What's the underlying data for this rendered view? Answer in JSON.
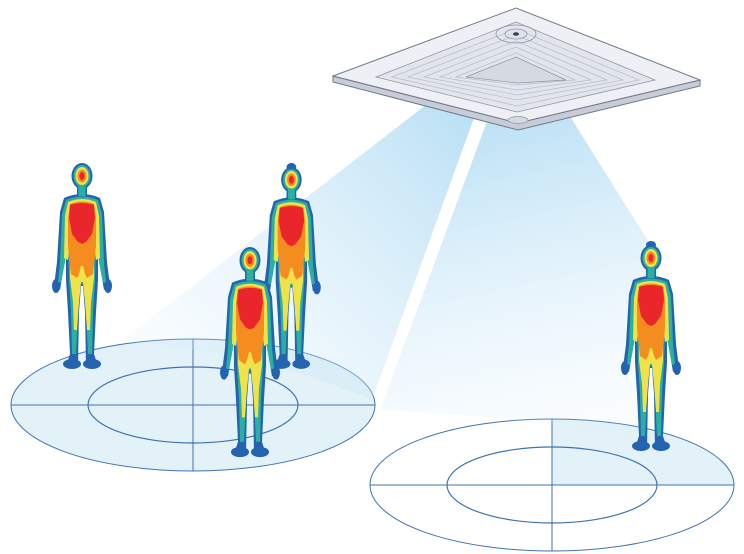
{
  "scene": {
    "description_none": "",
    "colors": {
      "beam": "#bfe3f6",
      "floor_fill": "#e3f1f8",
      "floor_line": "#3f74b0",
      "unit_body": "#e9ecf2",
      "unit_edge": "#6f7a8c",
      "thermal_outer": "#2463b0",
      "thermal_cool": "#2bb0a0",
      "thermal_mid": "#f2e24a",
      "thermal_warm": "#f58c1f",
      "thermal_hot": "#e8262b"
    },
    "icons": {
      "ceiling_unit": "ceiling-cassette-ac-icon",
      "sensor": "infrared-sensor-icon",
      "person": "thermal-person-icon"
    },
    "people_count": 4,
    "zones": [
      {
        "name": "occupied-zone",
        "quadrant_highlight": "full"
      },
      {
        "name": "single-occupant-zone",
        "quadrant_highlight": "upper-right"
      }
    ]
  }
}
